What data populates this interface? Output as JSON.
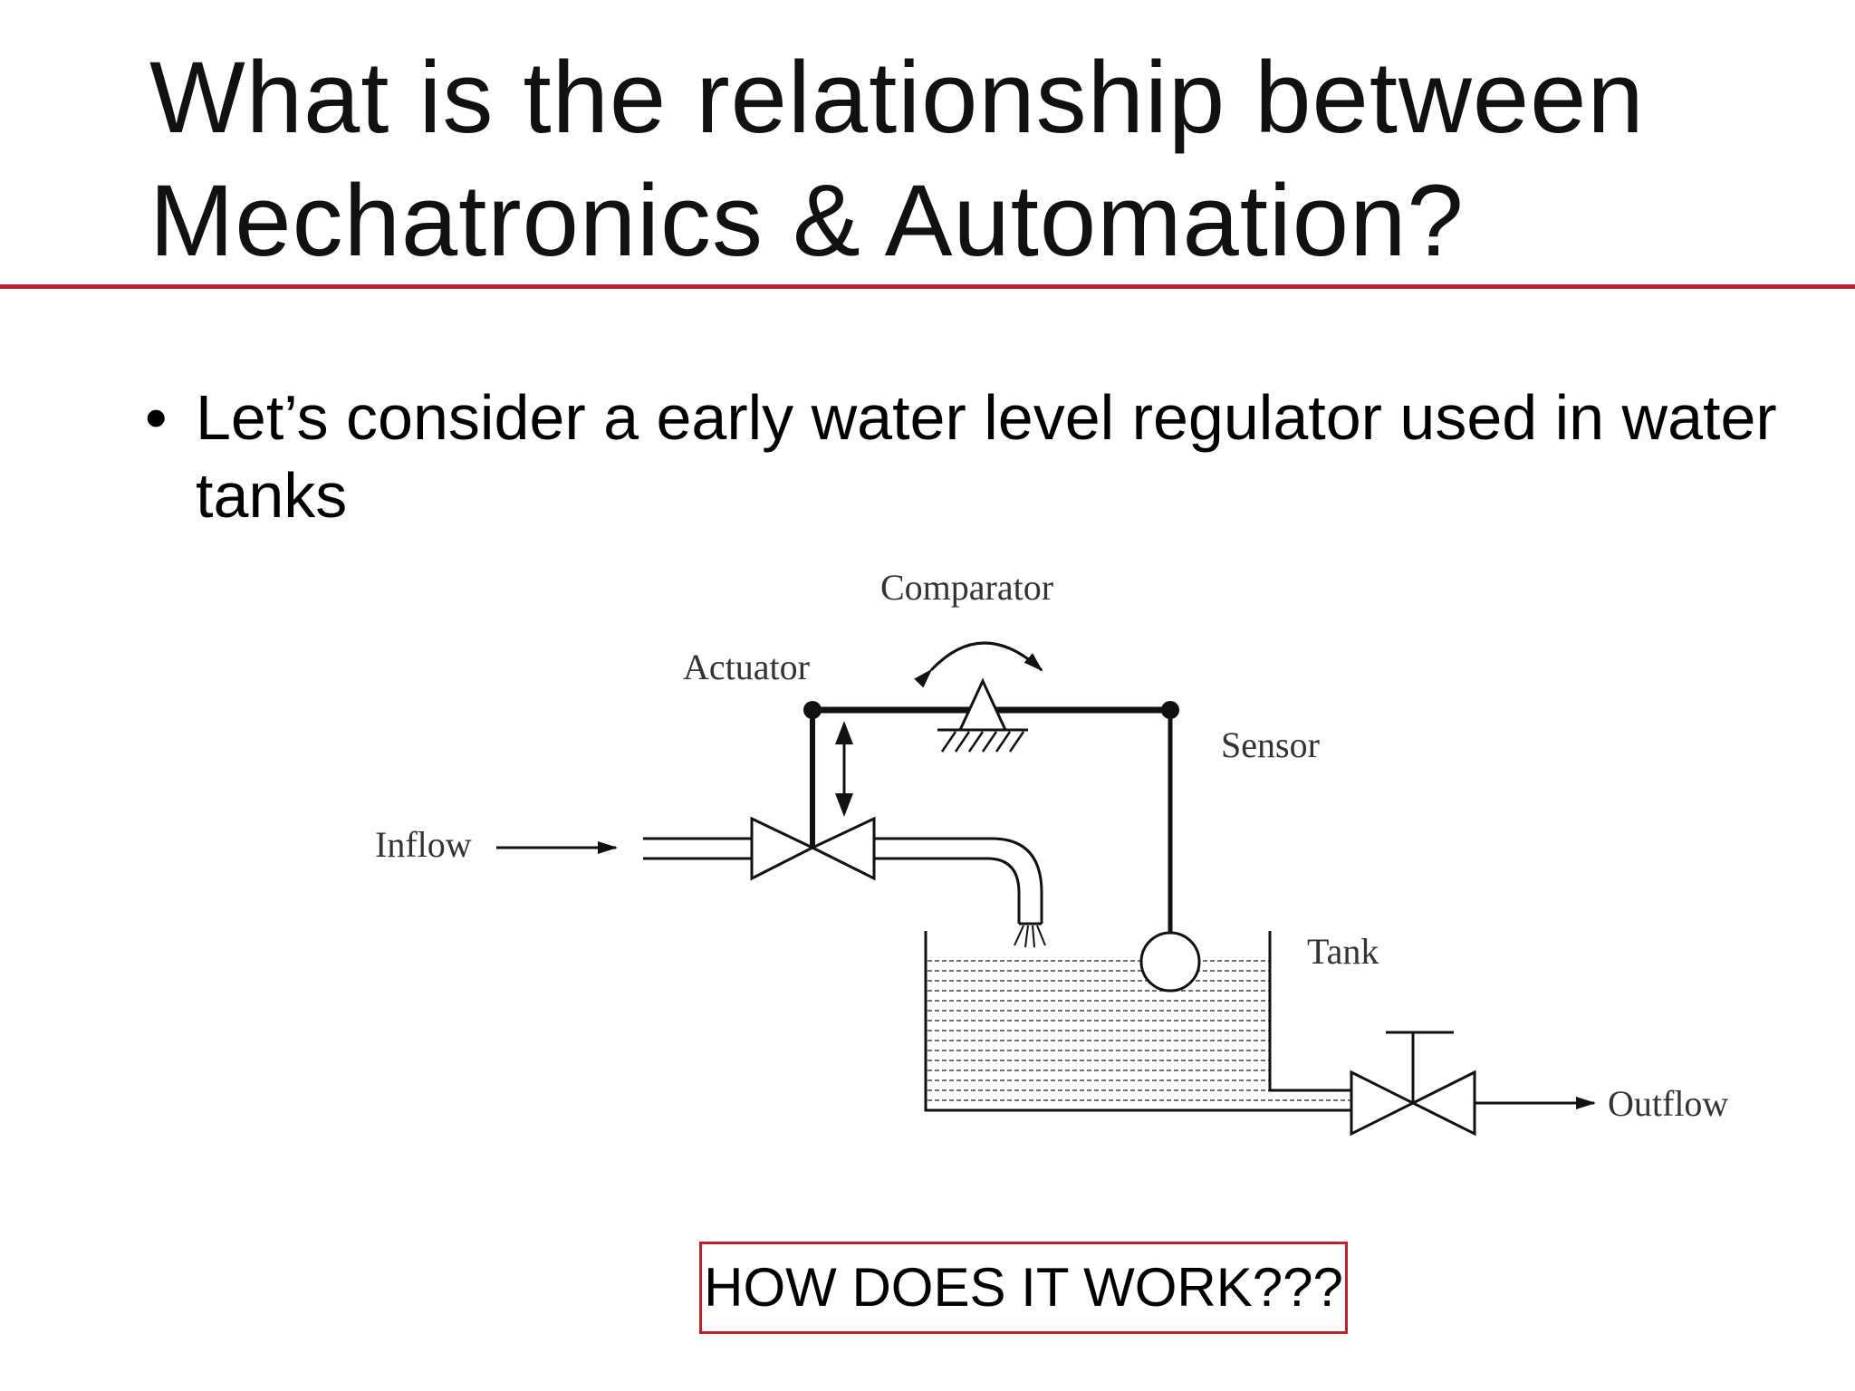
{
  "slide": {
    "title": "What is the relationship between Mechatronics & Automation?",
    "bullets": [
      {
        "marker": "•",
        "text": "Let’s consider a early water level regulator used in water tanks"
      }
    ],
    "callout": "HOW DOES IT WORK???"
  },
  "diagram": {
    "labels": {
      "comparator": "Comparator",
      "actuator": "Actuator",
      "sensor": "Sensor",
      "inflow": "Inflow",
      "tank": "Tank",
      "outflow": "Outflow"
    }
  },
  "colors": {
    "accent": "#c0202a",
    "line": "#111111"
  }
}
